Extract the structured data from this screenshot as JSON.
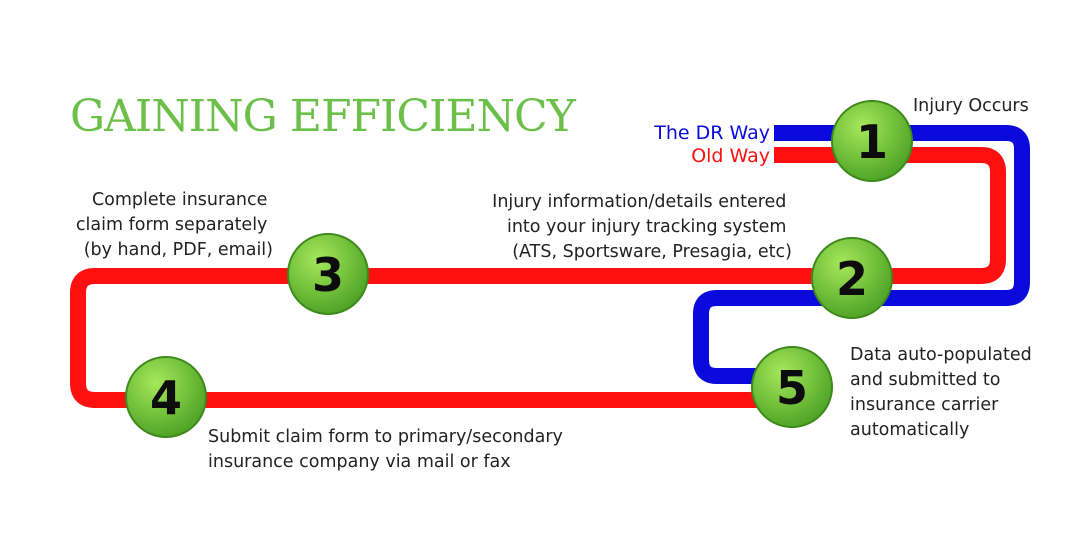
{
  "title": "GAINING EFFICIENCY",
  "legend": {
    "new_way": {
      "label": "The DR Way",
      "color": "#0a0adc"
    },
    "old_way": {
      "label": "Old Way",
      "color": "#ff1010"
    }
  },
  "node_style": {
    "fill_light": "#a6e85a",
    "fill_dark": "#4ea326",
    "border": "#3e8a1c"
  },
  "steps": [
    {
      "number": "1",
      "caption": [
        "Injury Occurs"
      ]
    },
    {
      "number": "2",
      "caption": [
        "Injury information/details entered",
        "into your injury tracking system",
        "(ATS, Sportsware, Presagia, etc)"
      ]
    },
    {
      "number": "3",
      "caption": [
        "Complete insurance",
        "claim form separately",
        "(by hand, PDF, email)"
      ]
    },
    {
      "number": "4",
      "caption": [
        "Submit claim form to primary/secondary",
        "insurance company via mail or fax"
      ]
    },
    {
      "number": "5",
      "caption": [
        "Data auto-populated",
        "and submitted to",
        "insurance carrier",
        "automatically"
      ]
    }
  ]
}
